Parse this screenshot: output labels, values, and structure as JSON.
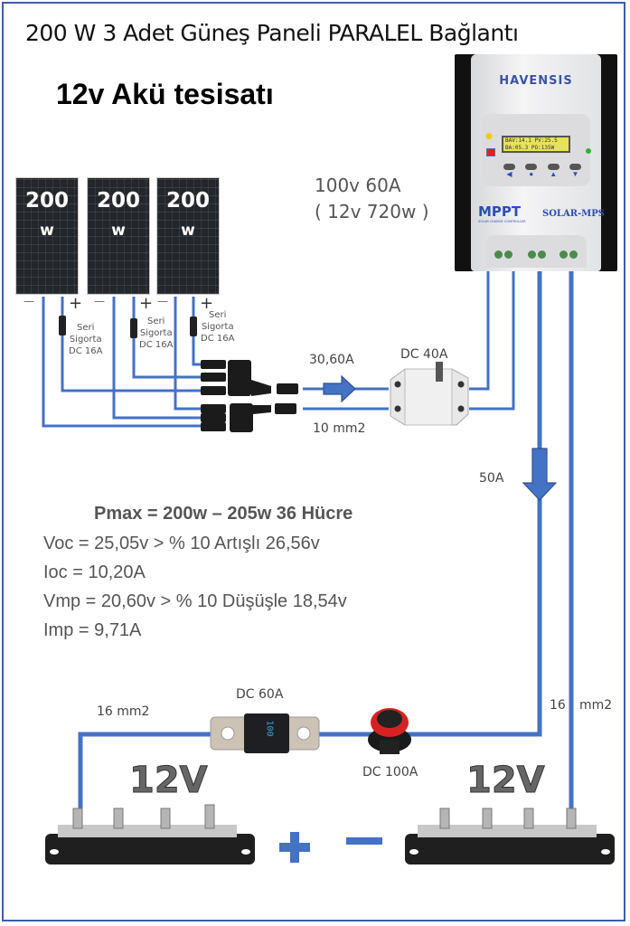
{
  "header": {
    "title": "200 W 3 Adet Güneş Paneli PARALEL Bağlantı",
    "subtitle": "12v Akü tesisatı"
  },
  "panels": [
    {
      "power": "200",
      "unit": "w"
    },
    {
      "power": "200",
      "unit": "w"
    },
    {
      "power": "200",
      "unit": "w"
    }
  ],
  "panel_fuses": [
    {
      "line1": "Seri",
      "line2": "Sigorta",
      "line3": "DC 16A"
    },
    {
      "line1": "Seri",
      "line2": "Sigorta",
      "line3": "DC 16A"
    },
    {
      "line1": "Seri",
      "line2": "Sigorta",
      "line3": "DC 16A"
    }
  ],
  "polarity": {
    "plus": "+",
    "minus": "—"
  },
  "controller": {
    "brand": "HAVENSIS",
    "spec_line1": "100v  60A",
    "spec_line2": "( 12v 720w )",
    "lcd_line1": "BAV:14.1  PV:25.5",
    "lcd_line2": "BA:05.3  PO:135W",
    "type": "MPPT",
    "type_sub": "SOLAR CHARGE CONTROLLER",
    "model": "SOLAR-MPS",
    "buttons": [
      "◀",
      "●",
      "▲",
      "▼"
    ],
    "status_colors": {
      "sun": "#f2c80f",
      "battery": "#e02020",
      "load": "#2db52d"
    }
  },
  "wiring": {
    "pv_current": "30,60A",
    "pv_cable": "10 mm2",
    "pv_breaker": "DC 40A",
    "battery_current": "50A",
    "battery_cable_left": "16 mm2",
    "battery_cable_right_a": "16",
    "battery_cable_right_b": "mm2",
    "inline_fuse": "DC 60A",
    "fuse_marking": "100",
    "disconnect": "DC 100A",
    "wire_color": "#4472c4"
  },
  "panel_specs": {
    "pmax": "Pmax = 200w – 205w  36 Hücre",
    "voc": "Voc = 25,05v    > % 10 Artışlı 26,56v",
    "ioc": "Ioc = 10,20A",
    "vmp": "Vmp = 20,60v   > % 10 Düşüşle 18,54v",
    "imp": "Imp = 9,71A"
  },
  "busbars": {
    "left_label": "12V",
    "right_label": "12V",
    "plus_symbol": "+",
    "minus_symbol": "—"
  }
}
